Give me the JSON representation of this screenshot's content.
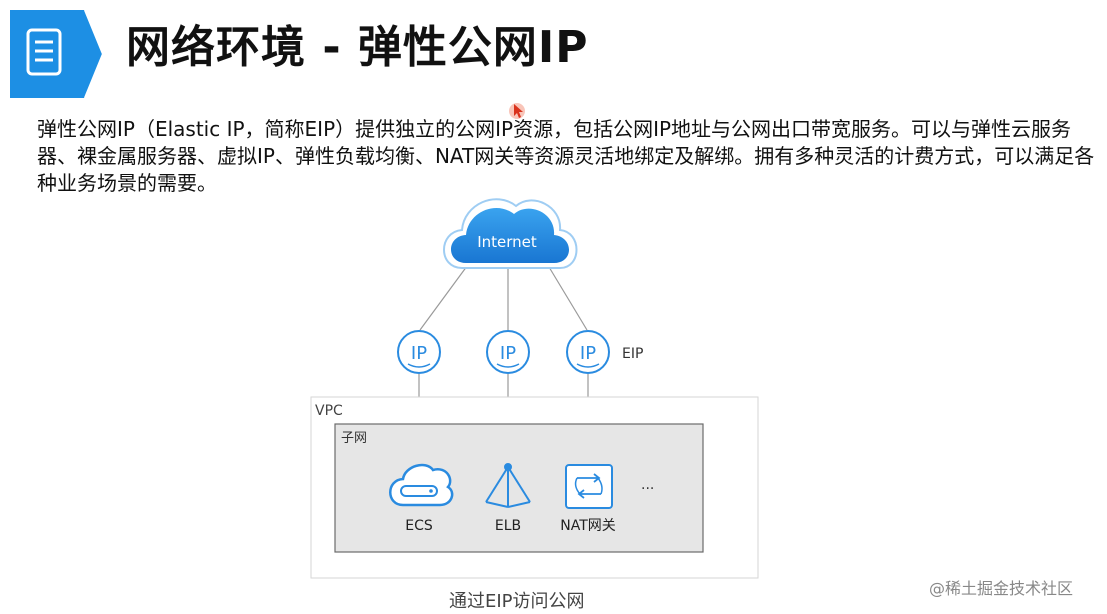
{
  "header": {
    "title": "网络环境 - 弹性公网IP",
    "icon": "document-icon",
    "accent_color": "#1d8fe4"
  },
  "description": "弹性公网IP（Elastic IP，简称EIP）提供独立的公网IP资源，包括公网IP地址与公网出口带宽服务。可以与弹性云服务器、裸金属服务器、虚拟IP、弹性负载均衡、NAT网关等资源灵活地绑定及解绑。拥有多种灵活的计费方式，可以满足各种业务场景的需要。",
  "diagram": {
    "cloud_label": "Internet",
    "ip_label": "IP",
    "eip_label": "EIP",
    "vpc_label": "VPC",
    "subnet_label": "子网",
    "ecs_label": "ECS",
    "elb_label": "ELB",
    "nat_label": "NAT网关",
    "more_label": "...",
    "icon_color": "#2a8be0"
  },
  "caption": "通过EIP访问公网",
  "watermark": "@稀土掘金技术社区"
}
